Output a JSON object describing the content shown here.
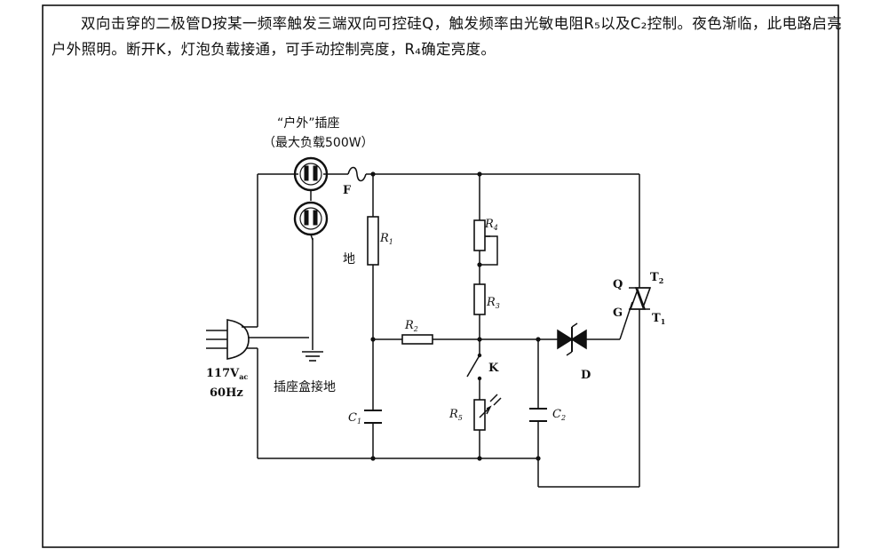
{
  "caption": {
    "text": "双向击穿的二极管D按某一频率触发三端双向可控硅Q，触发频率由光敏电阻R₅以及C₂控制。夜色渐临，此电路启亮户外照明。断开K，灯泡负载接通，可手动控制亮度，R₄确定亮度。"
  },
  "outlet": {
    "title": "“户外”插座",
    "subtitle": "（最大负载500W）"
  },
  "labels": {
    "fuse": "F",
    "ground_wire": "地",
    "box_ground": "插座盒接地",
    "supply_voltage": "117V",
    "supply_voltage_sub": "ac",
    "supply_freq": "60Hz",
    "switch": "K",
    "diac": "D",
    "triac": "Q",
    "gate": "G",
    "t2": "T",
    "t2_sub": "2",
    "t1": "T",
    "t1_sub": "1"
  },
  "components": {
    "r1": {
      "name": "R",
      "sub": "1"
    },
    "r2": {
      "name": "R",
      "sub": "2"
    },
    "r3": {
      "name": "R",
      "sub": "3"
    },
    "r4": {
      "name": "R",
      "sub": "4"
    },
    "r5": {
      "name": "R",
      "sub": "5"
    },
    "c1": {
      "name": "C",
      "sub": "1"
    },
    "c2": {
      "name": "C",
      "sub": "2"
    }
  }
}
